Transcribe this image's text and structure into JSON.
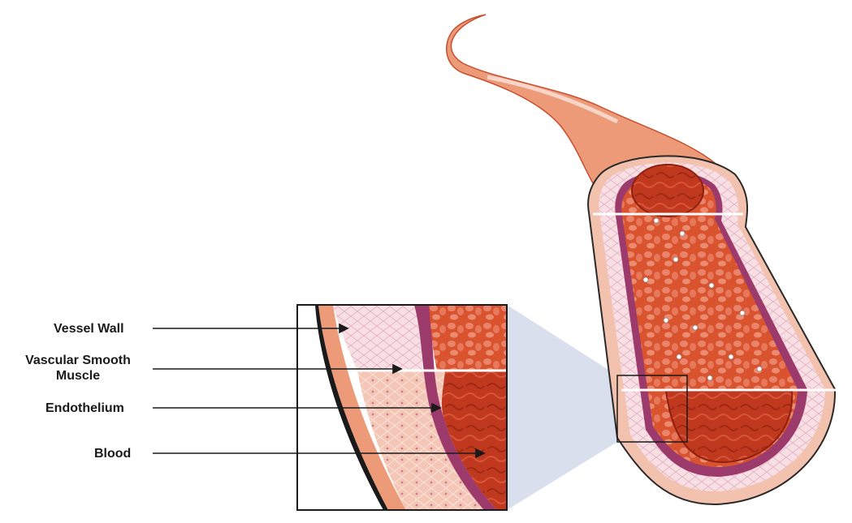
{
  "labels": {
    "vessel_wall": "Vessel Wall",
    "vascular_smooth_muscle": "Vascular Smooth\nMuscle",
    "endothelium": "Endothelium",
    "blood": "Blood"
  },
  "colors": {
    "blood": "#c0391f",
    "blood_dark": "#a82a14",
    "outer_wall": "#ec9a78",
    "wall_pink": "#f6cdbf",
    "endothelium": "#9c3a6c",
    "zoom_cone": "#d9dfec",
    "line": "#1a1a1a"
  }
}
